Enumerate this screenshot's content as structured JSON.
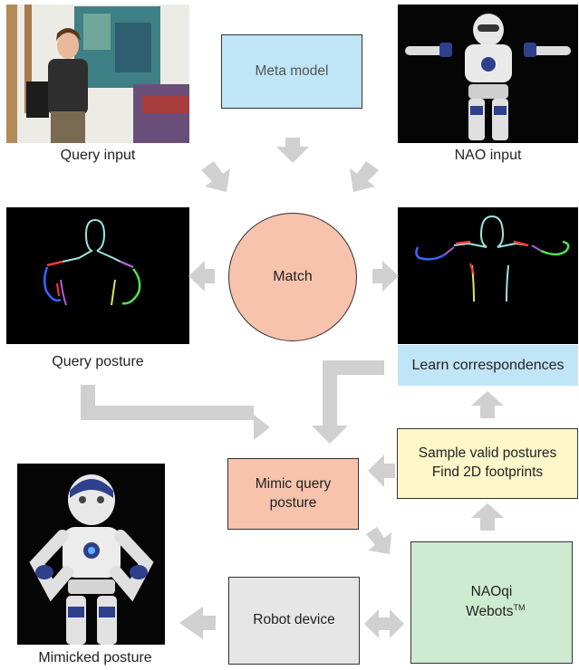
{
  "boxes": {
    "meta_model": "Meta model",
    "match": "Match",
    "learn": "Learn correspondences",
    "sample_line1": "Sample valid postures",
    "sample_line2": "Find 2D footprints",
    "mimic_line1": "Mimic query",
    "mimic_line2": "posture",
    "naoqi_line1": "NAOqi",
    "naoqi_line2": "Webots",
    "naoqi_tm": "TM",
    "robot_device": "Robot device"
  },
  "captions": {
    "query_input": "Query input",
    "nao_input": "NAO input",
    "query_posture": "Query posture",
    "mimicked_posture": "Mimicked posture"
  },
  "colors": {
    "meta_fill": "#bfe5f7",
    "match_fill": "#f7c3ad",
    "learn_fill": "#bfe5f7",
    "sample_fill": "#fdf7c9",
    "mimic_fill": "#f7c3ad",
    "naoqi_fill": "#cdebd0",
    "robot_fill": "#e6e6e6",
    "arrow": "#d0d0d0"
  }
}
